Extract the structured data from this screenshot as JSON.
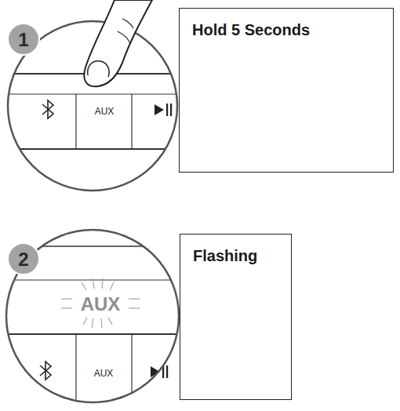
{
  "diagram": {
    "nodes": [
      {
        "text": [
          "Hold 5 Seconds"
        ]
      },
      {
        "text": [
          "Flashing"
        ]
      }
    ],
    "labels": [
      "1",
      "AUX",
      "2",
      "AUX",
      "AUX"
    ]
  }
}
